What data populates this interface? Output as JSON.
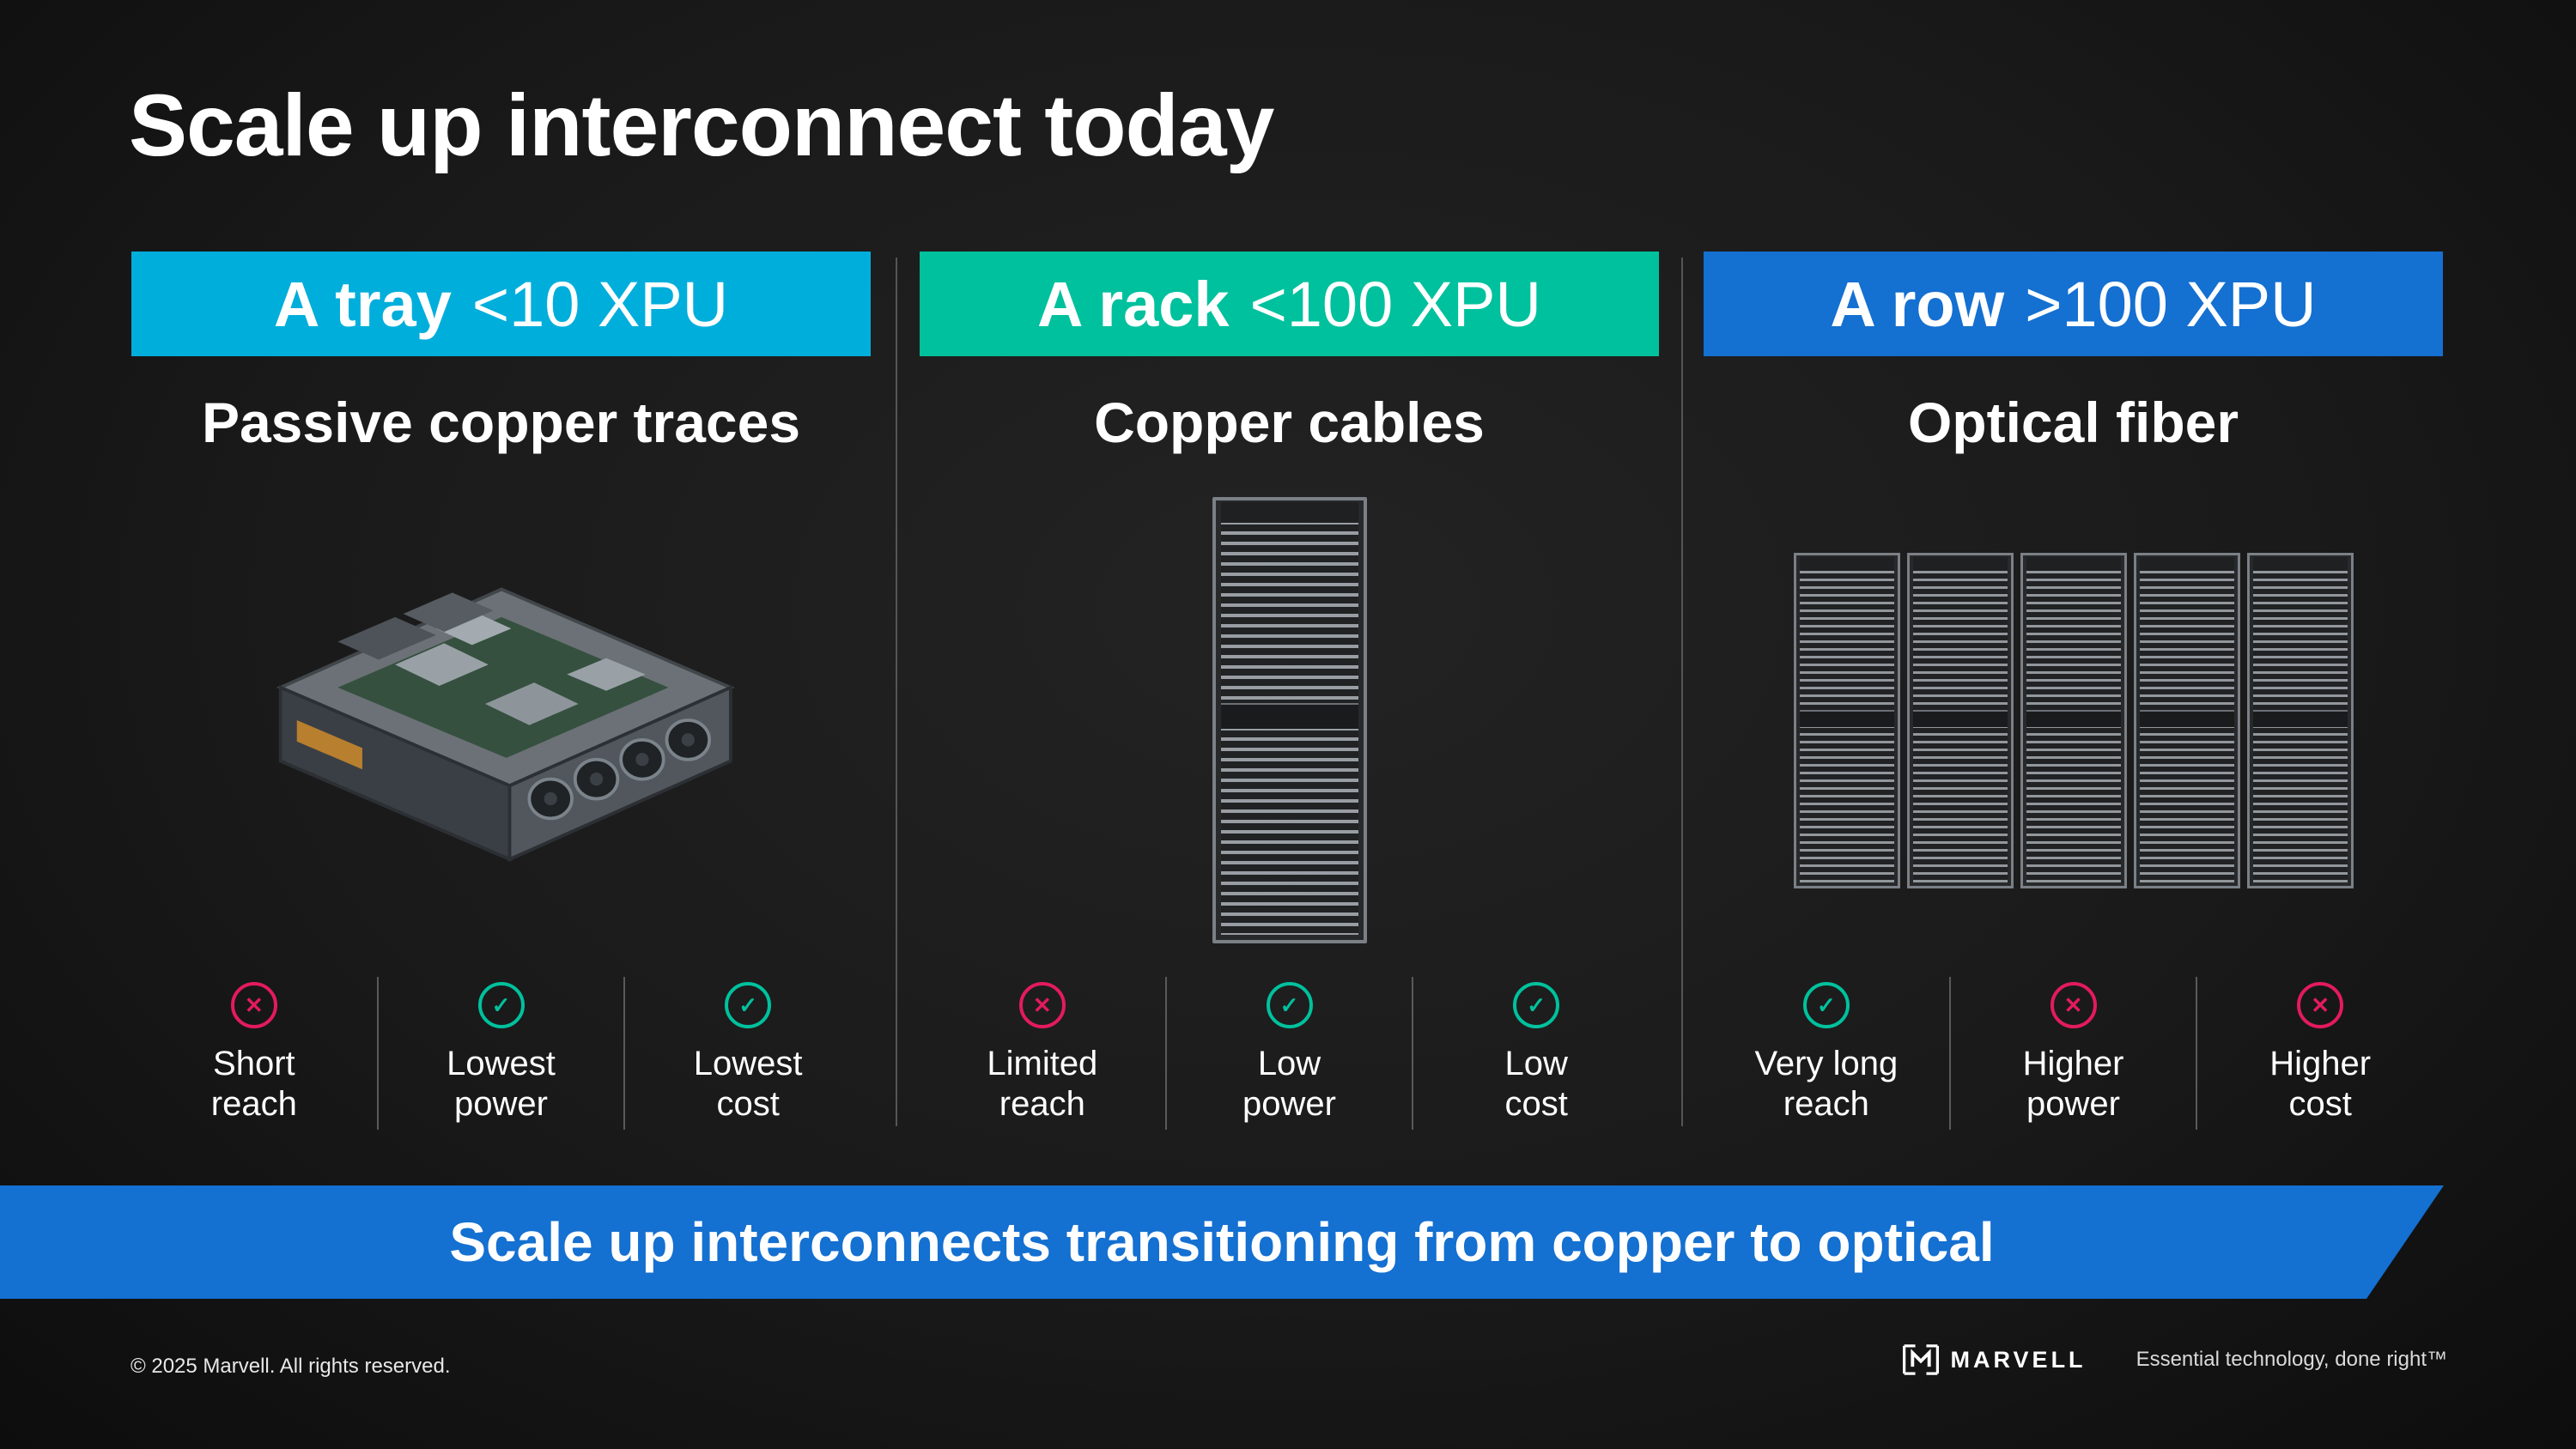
{
  "slide": {
    "title": "Scale up interconnect today",
    "background": "#1a1a1a"
  },
  "columns": [
    {
      "header": {
        "label": "A tray",
        "capacity": "<10 XPU",
        "color": "#00AEDC"
      },
      "subtitle": "Passive copper traces",
      "image": "server-tray",
      "attributes": [
        {
          "icon": "cross",
          "label": "Short\nreach"
        },
        {
          "icon": "check",
          "label": "Lowest\npower"
        },
        {
          "icon": "check",
          "label": "Lowest\ncost"
        }
      ]
    },
    {
      "header": {
        "label": "A rack",
        "capacity": "<100 XPU",
        "color": "#00C19D"
      },
      "subtitle": "Copper cables",
      "image": "server-rack",
      "attributes": [
        {
          "icon": "cross",
          "label": "Limited\nreach"
        },
        {
          "icon": "check",
          "label": "Low\npower"
        },
        {
          "icon": "check",
          "label": "Low\ncost"
        }
      ]
    },
    {
      "header": {
        "label": "A row",
        "capacity": ">100 XPU",
        "color": "#1470D1"
      },
      "subtitle": "Optical fiber",
      "image": "rack-row",
      "attributes": [
        {
          "icon": "check",
          "label": "Very long\nreach"
        },
        {
          "icon": "cross",
          "label": "Higher\npower"
        },
        {
          "icon": "cross",
          "label": "Higher\ncost"
        }
      ]
    }
  ],
  "icons": {
    "cross": "✕",
    "check": "✓"
  },
  "colors": {
    "cross": "#E31B5D",
    "check": "#00C19D",
    "banner": "#1470D1"
  },
  "banner": {
    "text": "Scale up interconnects transitioning from copper to optical"
  },
  "footer": {
    "copyright": "© 2025 Marvell. All rights reserved.",
    "brand": "MARVELL",
    "tagline": "Essential technology, done right™"
  }
}
